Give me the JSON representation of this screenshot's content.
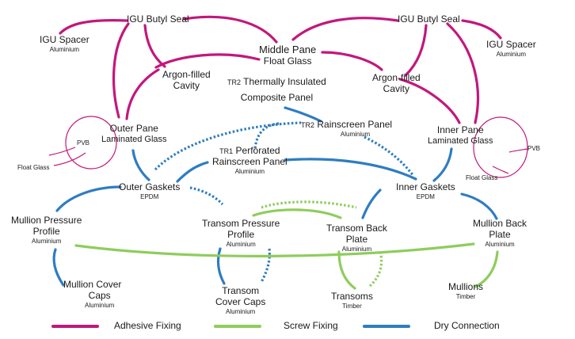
{
  "colors": {
    "adhesive": "#c2187c",
    "screw": "#8fcc5c",
    "dry": "#2e7dc1"
  },
  "nodes": {
    "igu_butyl_left": {
      "title": "IGU Butyl Seal"
    },
    "igu_butyl_right": {
      "title": "IGU Butyl Seal"
    },
    "igu_spacer_left": {
      "title": "IGU Spacer",
      "sub": "Aluminium"
    },
    "igu_spacer_right": {
      "title": "IGU Spacer",
      "sub": "Aluminium"
    },
    "middle_pane": {
      "title": "Middle Pane",
      "sub": "Float Glass"
    },
    "argon_left": {
      "title": "Argon-filled",
      "title2": "Cavity"
    },
    "argon_right": {
      "title": "Argon-filled",
      "title2": "Cavity"
    },
    "tr2_composite": {
      "code": "TR2",
      "title": "Thermally Insulated",
      "title2": "Composite Panel"
    },
    "outer_pane": {
      "title": "Outer Pane",
      "sub": "Laminated Glass"
    },
    "inner_pane": {
      "title": "Inner Pane",
      "sub": "Laminated Glass"
    },
    "tr2_rainscreen": {
      "code": "TR2",
      "title": "Rainscreen Panel",
      "sub": "Aluminium"
    },
    "tr1_perforated": {
      "code": "TR1",
      "title": "Perforated",
      "title2": "Rainscreen Panel",
      "sub": "Aluminium"
    },
    "outer_gaskets": {
      "title": "Outer Gaskets",
      "sub": "EPDM"
    },
    "inner_gaskets": {
      "title": "Inner Gaskets",
      "sub": "EPDM"
    },
    "mullion_pressure": {
      "title": "Mullion Pressure",
      "title2": "Profile",
      "sub": "Aluminium"
    },
    "transom_pressure": {
      "title": "Transom Pressure",
      "title2": "Profile",
      "sub": "Aluminium"
    },
    "transom_back": {
      "title": "Transom Back",
      "title2": "Plate",
      "sub": "Aluminium"
    },
    "mullion_back": {
      "title": "Mullion Back",
      "title2": "Plate",
      "sub": "Aluminium"
    },
    "mullion_cover": {
      "title": "Mullion Cover",
      "title2": "Caps",
      "sub": "Aluminium"
    },
    "transom_cover": {
      "title": "Transom",
      "title2": "Cover Caps",
      "sub": "Aluminium"
    },
    "transoms": {
      "title": "Transoms",
      "sub": "Timber"
    },
    "mullions": {
      "title": "Mullions",
      "sub": "Timber"
    }
  },
  "annotations": {
    "pvb_left": "PVB",
    "float_left": "Float Glass",
    "pvb_right": "PVB",
    "float_right": "Float Glass"
  },
  "legend": [
    {
      "label": "Adhesive Fixing",
      "color": "#c2187c"
    },
    {
      "label": "Screw Fixing",
      "color": "#8fcc5c"
    },
    {
      "label": "Dry Connection",
      "color": "#2e7dc1"
    }
  ]
}
